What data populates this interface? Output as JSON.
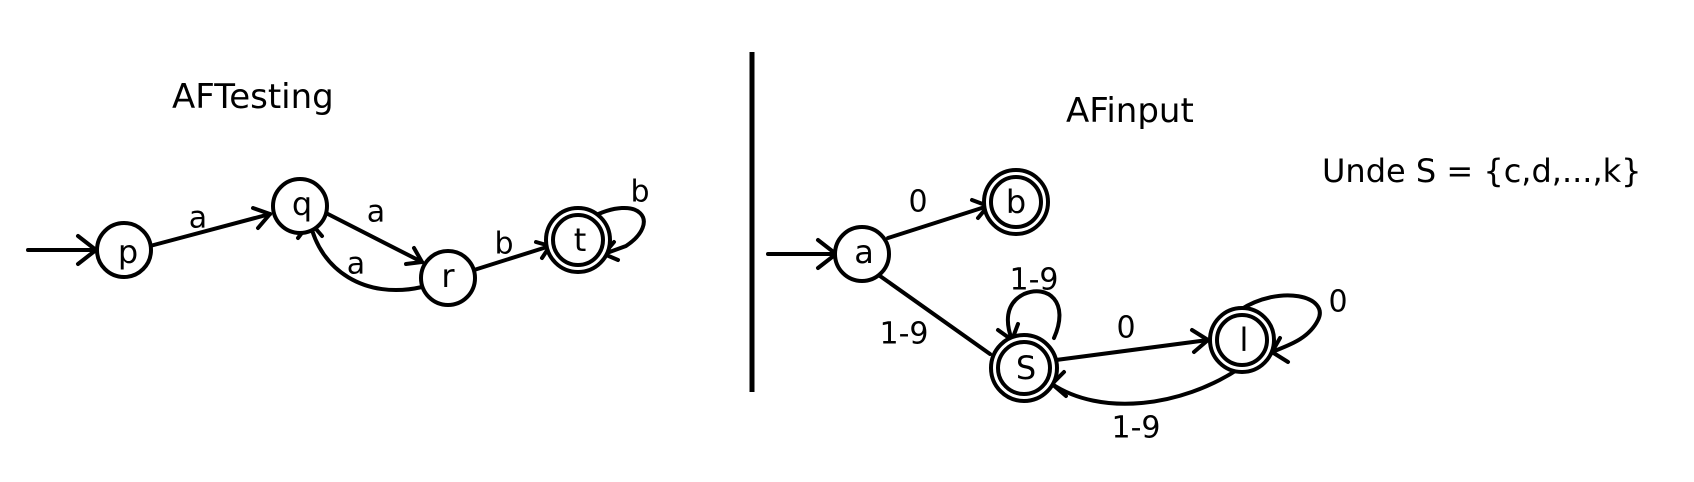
{
  "left_diagram": {
    "title": "AFTesting",
    "states": {
      "p": "p",
      "q": "q",
      "r": "r",
      "t": "t"
    },
    "edges": {
      "p_q": "a",
      "q_r": "a",
      "r_q": "a",
      "r_t": "b",
      "t_t": "b"
    }
  },
  "right_diagram": {
    "title": "AFinput",
    "note": "Unde S = {c,d,...,k}",
    "states": {
      "a": "a",
      "b": "b",
      "S": "S",
      "l": "l"
    },
    "edges": {
      "a_b": "0",
      "a_S": "1-9",
      "S_S": "1-9",
      "S_l": "0",
      "l_l": "0",
      "l_S": "1-9"
    }
  }
}
